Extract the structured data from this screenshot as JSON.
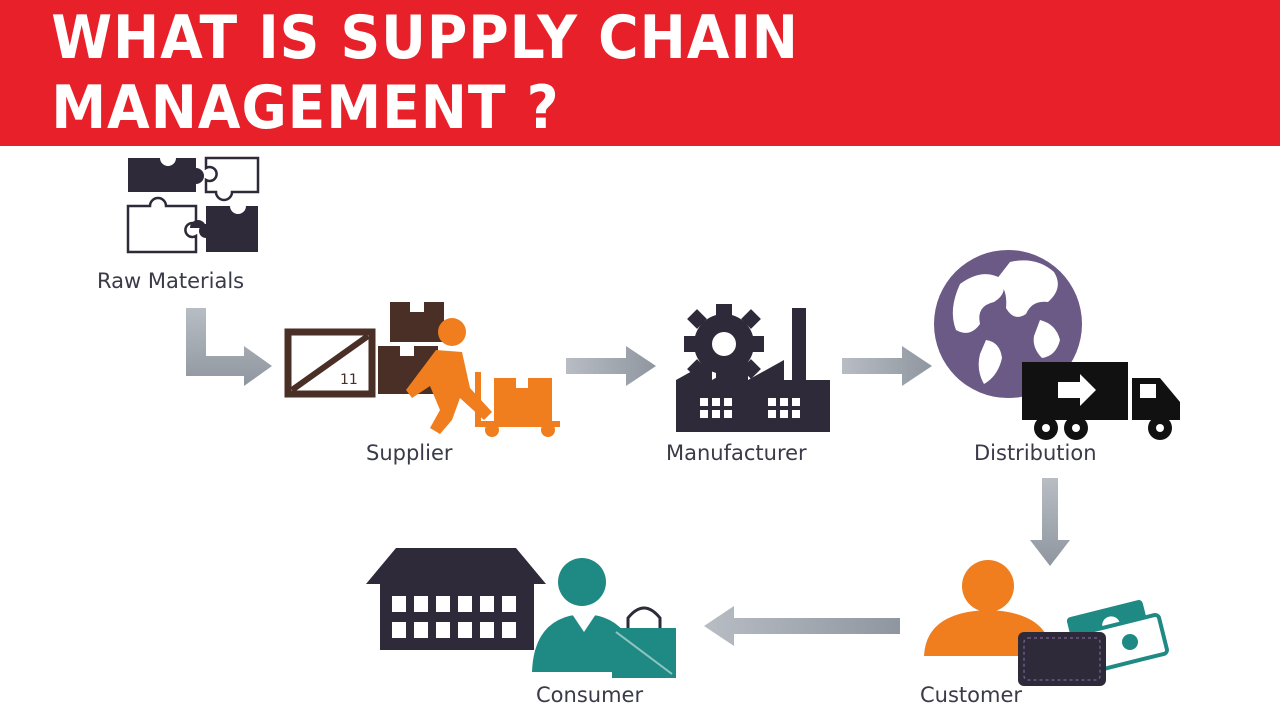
{
  "title": "WHAT IS SUPPLY CHAIN MANAGEMENT ?",
  "nodes": {
    "raw_materials": "Raw Materials",
    "supplier": "Supplier",
    "manufacturer": "Manufacturer",
    "distribution": "Distribution",
    "customer": "Customer",
    "consumer": "Consumer"
  },
  "colors": {
    "banner": "#e8202a",
    "dark": "#2e2a3a",
    "brown": "#4a2f26",
    "orange": "#f07d1e",
    "teal": "#1f8a84",
    "globe": "#6b5a86",
    "arrow": "#a7adb5"
  },
  "icons": [
    "puzzle-icon",
    "boxes-icon",
    "worker-icon",
    "factory-icon",
    "globe-icon",
    "truck-icon",
    "customer-icon",
    "wallet-icon",
    "money-icon",
    "store-icon",
    "consumer-icon",
    "shopping-bag-icon"
  ]
}
